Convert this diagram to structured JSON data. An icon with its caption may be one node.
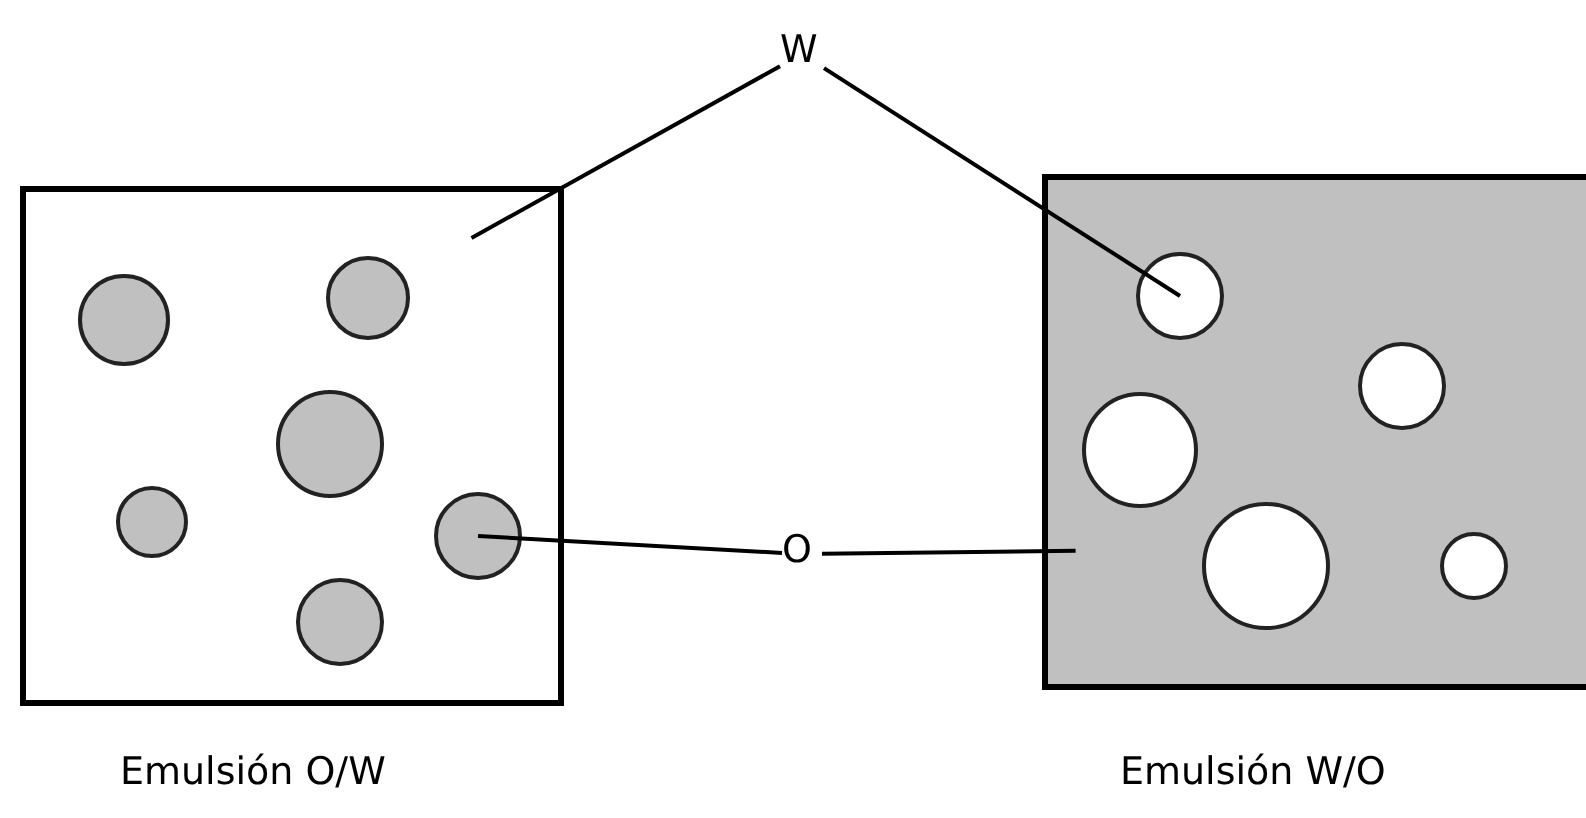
{
  "diagram": {
    "nodes": [
      {
        "text": [
          "W"
        ]
      },
      {
        "text": [],
        "shape": "box",
        "beside": [
          "Emulsión O/W"
        ]
      },
      {
        "text": [],
        "shape": "circle",
        "in": 1
      },
      {
        "text": [],
        "shape": "circle",
        "in": 1
      },
      {
        "text": [],
        "shape": "circle",
        "in": 1
      },
      {
        "text": [],
        "shape": "circle",
        "in": 1
      },
      {
        "text": [],
        "shape": "circle",
        "in": 1
      },
      {
        "text": [],
        "shape": "circle",
        "in": 1
      },
      {
        "text": [],
        "shape": "box",
        "beside": [
          "Emulsión W/O"
        ]
      },
      {
        "text": [],
        "shape": "circle",
        "in": 8
      },
      {
        "text": [],
        "shape": "circle",
        "in": 8
      },
      {
        "text": [],
        "shape": "circle",
        "in": 8
      },
      {
        "text": [],
        "shape": "circle",
        "in": 8
      },
      {
        "text": [],
        "shape": "circle",
        "in": 8
      },
      {
        "text": [
          "O"
        ]
      }
    ],
    "edges": [
      {
        "from": 0,
        "to": 1,
        "arrow": "none"
      },
      {
        "from": 0,
        "to": 9,
        "arrow": "none"
      },
      {
        "from": 14,
        "to": 6,
        "arrow": "none"
      },
      {
        "from": 14,
        "to": 8,
        "arrow": "none"
      }
    ]
  }
}
